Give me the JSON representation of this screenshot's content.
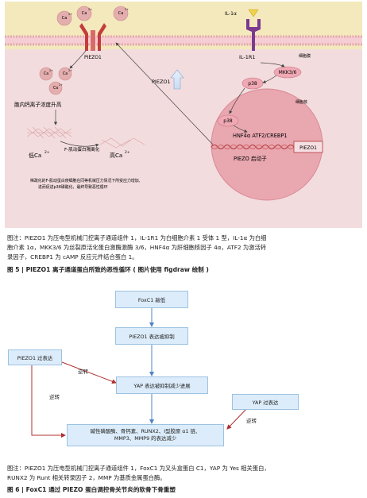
{
  "figure5": {
    "labels": {
      "ca_ion": "Ca",
      "ca_charge": "2+",
      "piezo1_channel": "PIEZO1",
      "il1a": "IL-1α",
      "il1r1": "IL-1R1",
      "cell_membrane": "细胞膜",
      "mkk": "MKK3/6",
      "p38_top": "p38",
      "piezo1_arrow": "PIEZO1",
      "nuclear_membrane": "细胞核",
      "p38_nuc": "p38",
      "tfs": "HNF4α ATF2/CREBP1",
      "piezo_gene": "PIEZO1",
      "promoter": "PIEZO 启动子",
      "intracellular_ca": "胞内钙离子浓度升高",
      "f_actin": "F-肌动蛋白隔离化",
      "low_ca_prefix": "低Ca",
      "high_ca_prefix": "高Ca",
      "explanation_line1": "稀疏化的F-肌动蛋白使细胞在同等机械压力情况下所受应力增加,",
      "explanation_line2": "进而促进p38磷酸化，最终导致恶性循环"
    },
    "caption_line1": "图注：PIEZO1 为压电型机械门控离子通道组件 1，IL-1R1 为白细胞介素 1 受体 1 型，IL-1α 为白细",
    "caption_line2": "胞介素 1α，MKK3/6 为丝裂原活化蛋白激酶激酶 3/6，HNF4α 为肝细胞核因子 4α，ATF2 为激活转",
    "caption_line3": "录因子，CREBP1 为 cAMP 反应元件结合蛋白 1。",
    "title": "图 5 | PIEZO1 离子通道蛋白所致的恶性循环 ( 图片使用 figdraw 绘制 )"
  },
  "figure6": {
    "box_foxc1": "FoxC1 敲低",
    "box_piezo": "PIEZO1 表达被抑制",
    "box_yap": "YAP 表达被抑制减少进展",
    "box_bottom_line1": "碱性磷酸酶、骨钙素、RUNX2、Ⅰ型胶原 α1 链、",
    "box_bottom_line2": "MMP3、MMP9 的表达减少",
    "box_piezo_over": "PIEZO1 过表达",
    "box_yap_over": "YAP 过表达",
    "reverse_label": "逆转",
    "caption_line1": "图注：PIEZO1 为压电型机械门控离子通道组件 1，FoxC1 为叉头盒蛋白 C1，YAP 为 Yes 相关蛋白，",
    "caption_line2": "RUNX2 为 Runt 相关转录因子 2，MMP 为基质金属蛋白酶。",
    "title": "图 6 | FoxC1 通过 PIEZO 蛋白调控骨关节炎的软骨下骨重塑"
  },
  "colors": {
    "membrane_band": "#f3e9bd",
    "outer_bg": "#f3dcde",
    "cell_circle": "#e9a7b0",
    "ion": "#e5aeae",
    "flow_box": "#dcecfa",
    "arrow_red": "#b03030",
    "arrow_blue": "#4f84c4"
  }
}
